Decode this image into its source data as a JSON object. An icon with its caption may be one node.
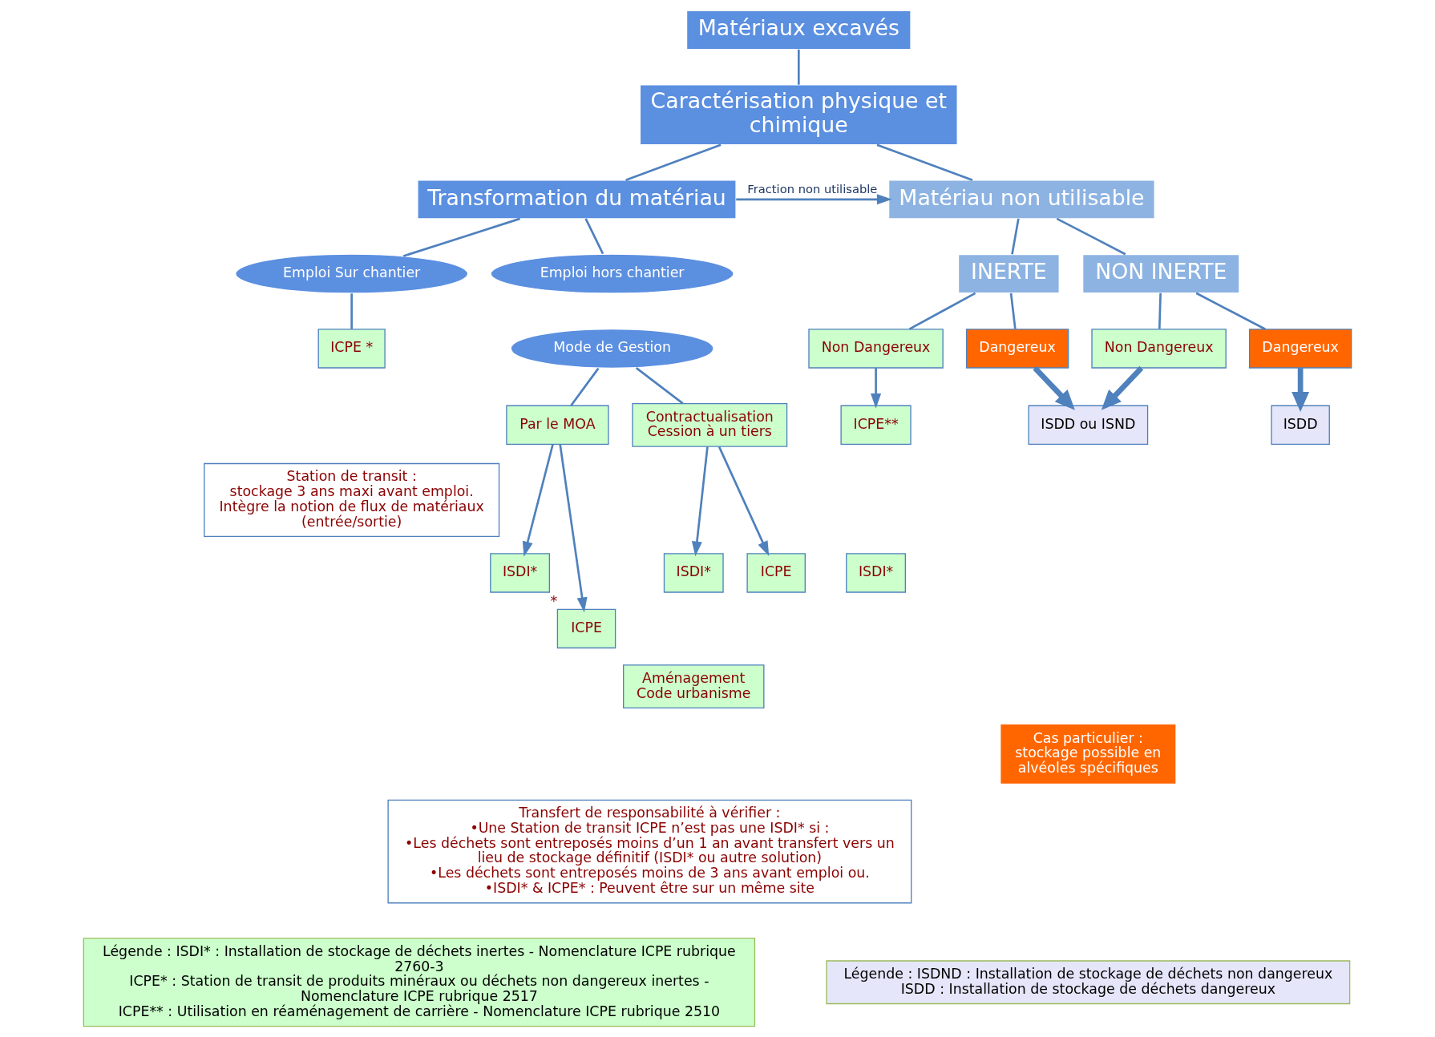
{
  "diagram": {
    "nodes": [
      {
        "text": [
          "Matériaux excavés"
        ]
      },
      {
        "text": [
          "Caractérisation physique et chimique"
        ]
      },
      {
        "text": [
          "Transformation du matériau"
        ]
      },
      {
        "text": [
          "Matériau non utilisable"
        ]
      },
      {
        "text": [
          "Emploi Sur chantier"
        ]
      },
      {
        "text": [
          "Emploi hors chantier"
        ]
      },
      {
        "text": [
          "Mode de Gestion"
        ]
      },
      {
        "text": [
          "Par le MOA"
        ]
      },
      {
        "text": [
          "Contractualisation Cession à un tiers"
        ]
      },
      {
        "text": [
          "ICPE *"
        ]
      },
      {
        "text": [
          "ISDI*"
        ]
      },
      {
        "text": [
          "ICPE"
        ],
        "beside": [
          "*"
        ]
      },
      {
        "text": [
          "ISDI*"
        ]
      },
      {
        "text": [
          "ICPE"
        ]
      },
      {
        "text": [
          "Aménagement Code urbanisme"
        ]
      },
      {
        "text": [
          "Station de transit :",
          "stockage 3 ans maxi avant emploi. Intègre la notion de flux de matériaux (entrée/sortie)"
        ]
      },
      {
        "text": [
          "Transfert de responsabilité à vérifier :",
          "•Une Station de transit ICPE n’est pas une ISDI* si :",
          "•Les déchets sont entreposés moins d’un 1 an avant transfert vers un lieu de stockage définitif (ISDI* ou autre solution)",
          "•Les déchets sont entreposés moins de 3 ans avant emploi ou.",
          "•ISDI* & ICPE* : Peuvent être sur un même site"
        ]
      },
      {
        "text": [
          "INERTE"
        ]
      },
      {
        "text": [
          "NON INERTE"
        ]
      },
      {
        "text": [
          "Non Dangereux"
        ]
      },
      {
        "text": [
          "Dangereux"
        ]
      },
      {
        "text": [
          "Non Dangereux"
        ]
      },
      {
        "text": [
          "Dangereux"
        ]
      },
      {
        "text": [
          "ICPE**"
        ]
      },
      {
        "text": [
          "ISDI*"
        ]
      },
      {
        "text": [
          "ISDD ou ISND"
        ]
      },
      {
        "text": [
          "ISDD"
        ]
      },
      {
        "text": [
          "Cas particulier :",
          "stockage possible en alvéoles spécifiques"
        ]
      },
      {
        "text": [
          "Légende : ISDI* : Installation de stockage de déchets inertes - Nomenclature ICPE rubrique 2760-3",
          "ICPE* : Station de transit de produits minéraux ou déchets non dangereux inertes - Nomenclature ICPE rubrique 2517",
          "ICPE** : Utilisation en réaménagement de carrière - Nomenclature ICPE rubrique 2510"
        ]
      },
      {
        "text": [
          "Légende : ISDND : Installation de stockage de déchets non dangereux",
          "ISDD : Installation de stockage de déchets dangereux"
        ]
      }
    ],
    "edges": [
      {
        "from": 0,
        "to": 1,
        "arrow": "none"
      },
      {
        "from": 1,
        "to": 2,
        "arrow": "none"
      },
      {
        "from": 1,
        "to": 3,
        "arrow": "none"
      },
      {
        "from": 2,
        "to": 3,
        "arrow": "to",
        "label": "Fraction non utilisable"
      },
      {
        "from": 2,
        "to": 4,
        "arrow": "none"
      },
      {
        "from": 2,
        "to": 5,
        "arrow": "none"
      },
      {
        "from": 6,
        "to": 7,
        "arrow": "none"
      },
      {
        "from": 6,
        "to": 8,
        "arrow": "none"
      },
      {
        "from": 4,
        "to": 9,
        "arrow": "none"
      },
      {
        "from": 7,
        "to": 10,
        "arrow": "to"
      },
      {
        "from": 7,
        "to": 11,
        "arrow": "to"
      },
      {
        "from": 8,
        "to": 12,
        "arrow": "to"
      },
      {
        "from": 8,
        "to": 13,
        "arrow": "to"
      },
      {
        "from": 3,
        "to": 17,
        "arrow": "none"
      },
      {
        "from": 3,
        "to": 18,
        "arrow": "none"
      },
      {
        "from": 17,
        "to": 19,
        "arrow": "none"
      },
      {
        "from": 17,
        "to": 20,
        "arrow": "none"
      },
      {
        "from": 18,
        "to": 21,
        "arrow": "none"
      },
      {
        "from": 18,
        "to": 22,
        "arrow": "none"
      },
      {
        "from": 19,
        "to": 23,
        "arrow": "to"
      },
      {
        "from": 20,
        "to": 25,
        "arrow": "to",
        "style": "thick"
      },
      {
        "from": 21,
        "to": 25,
        "arrow": "to",
        "style": "thick"
      },
      {
        "from": 22,
        "to": 26,
        "arrow": "to",
        "style": "thick"
      }
    ]
  }
}
